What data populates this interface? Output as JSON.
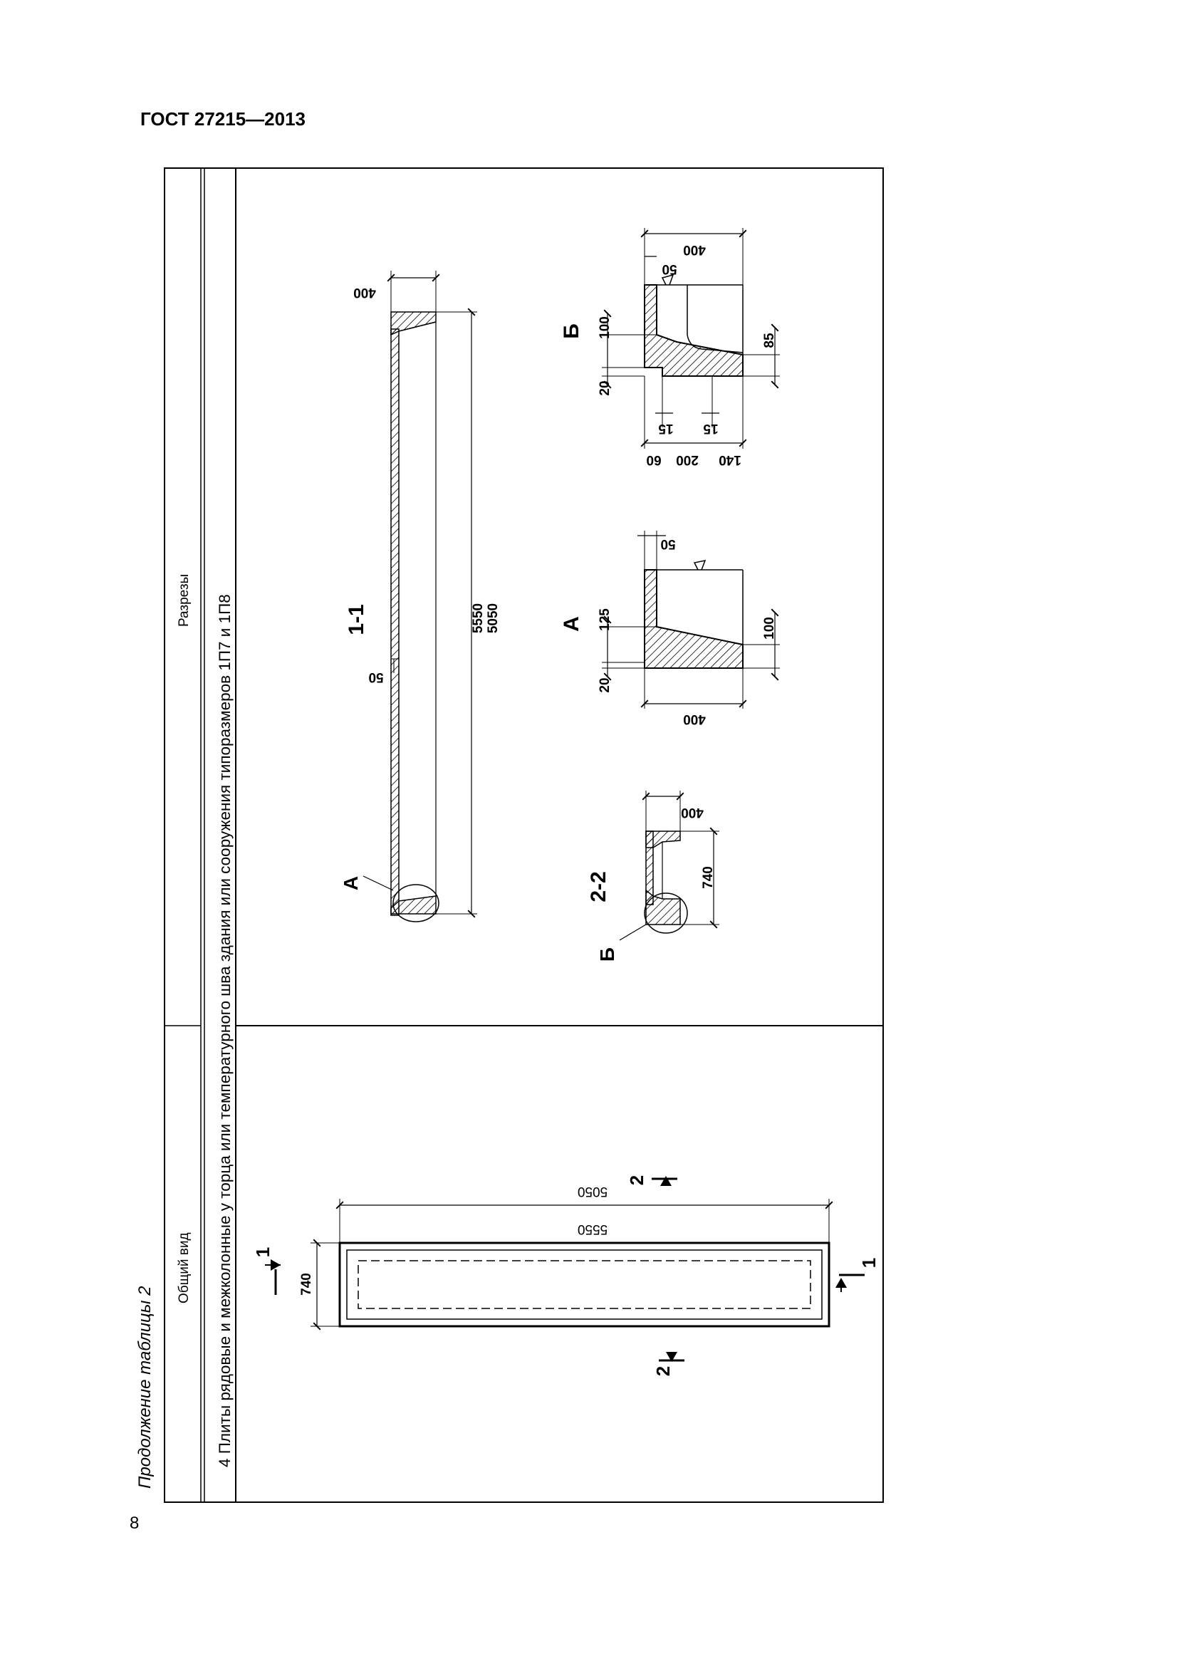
{
  "header": {
    "standard": "ГОСТ 27215—2013",
    "page_number": "8",
    "continuation": "Продолжение таблицы 2"
  },
  "table": {
    "col_general": "Общий вид",
    "col_sections": "Разрезы",
    "row_caption": "4 Плиты рядовые и межколонные у торца или температурного шва здания или сооружения типоразмеров 1П7 и 1П8"
  },
  "general_view": {
    "dim_outer": "5550",
    "dim_inner": "5050",
    "dim_width": "740",
    "cut_1": "1",
    "cut_2": "2"
  },
  "section_1_1": {
    "label": "1-1",
    "dim_outer": "5550",
    "dim_inner": "5050",
    "dim_depth": "400",
    "dim_flange": "50",
    "callout": "А"
  },
  "section_2_2": {
    "label": "2-2",
    "dim_width": "740",
    "dim_depth": "400",
    "callout": "Б"
  },
  "detail_a": {
    "label": "А",
    "dim_20": "20",
    "dim_125": "125",
    "dim_100": "100",
    "dim_400": "400",
    "dim_50": "50"
  },
  "detail_b": {
    "label": "Б",
    "dim_20": "20",
    "dim_100": "100",
    "dim_85": "85",
    "dim_400": "400",
    "dim_50": "50",
    "dim_60": "60",
    "dim_200": "200",
    "dim_140": "140",
    "dim_15a": "15",
    "dim_15b": "15"
  }
}
